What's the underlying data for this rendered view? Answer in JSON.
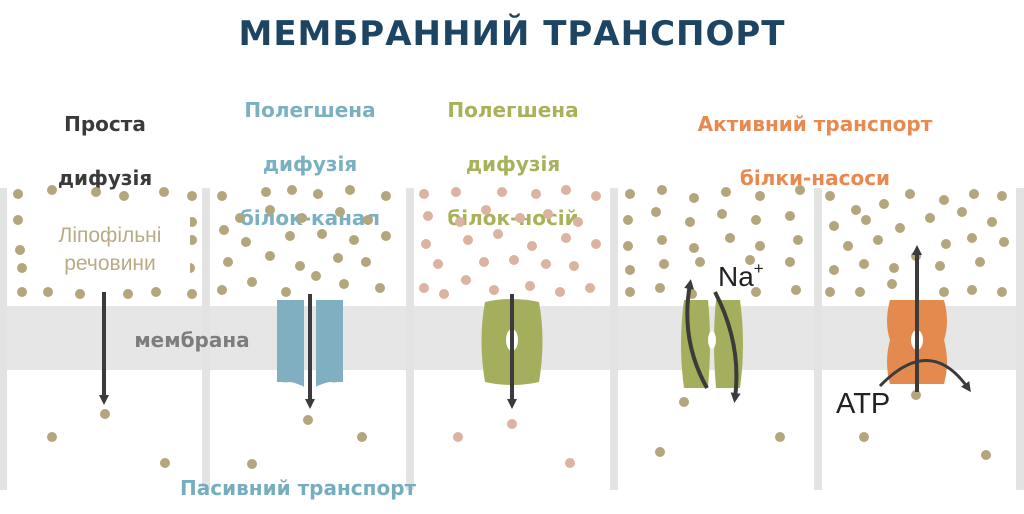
{
  "title": "МЕМБРАННИЙ ТРАНСПОРТ",
  "columns": [
    {
      "lines": [
        "Проста",
        "дифузія"
      ],
      "color": "#3a3a3a"
    },
    {
      "lines": [
        "Полегшена",
        "дифузія",
        "білок-канал"
      ],
      "color": "#7ab0c2"
    },
    {
      "lines": [
        "Полегшена",
        "дифузія",
        "білок-носій"
      ],
      "color": "#a9b25a"
    },
    {
      "lines": [
        "Активний транспорт",
        "білки-насоси"
      ],
      "color": "#e8894f"
    }
  ],
  "lipophilic": [
    "Ліпофільні",
    "речовини"
  ],
  "membrane_label": "мембрана",
  "na_label": "Na",
  "na_charge": "+",
  "atp_label": "ATP",
  "footer": "Пасивний транспорт",
  "colors": {
    "membrane": "#e6e6e6",
    "divider": "#e3e3e3",
    "particle_tan": "#b3a57c",
    "particle_pink": "#dcb2a0",
    "channel_blue": "#80afc1",
    "carrier_olive": "#a5ae5c",
    "pump_orange": "#e48a4e",
    "arrow": "#3b3b3b"
  }
}
